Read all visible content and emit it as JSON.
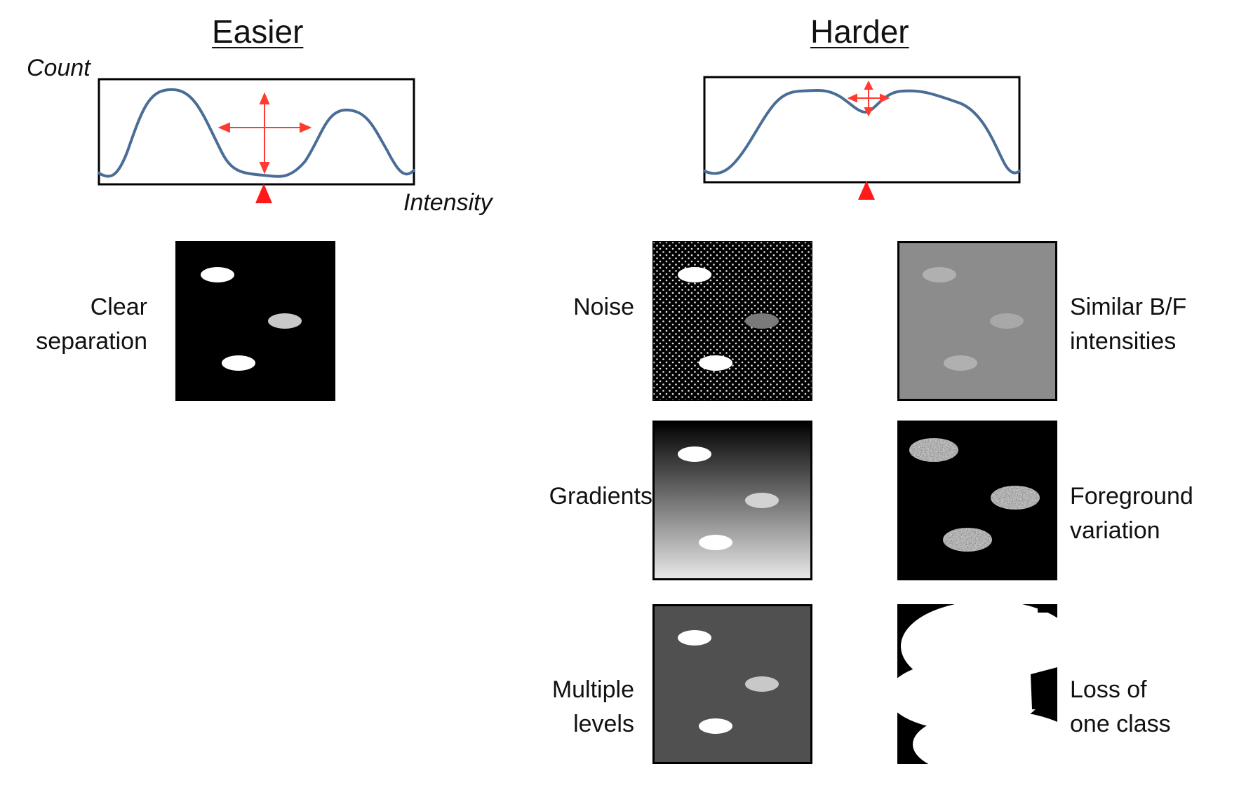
{
  "headings": {
    "easier": "Easier",
    "harder": "Harder"
  },
  "axes": {
    "y": "Count",
    "x": "Intensity"
  },
  "easier_panel": {
    "label": [
      "Clear",
      "separation"
    ]
  },
  "harder_panels": [
    {
      "id": "noise",
      "label": [
        "Noise"
      ]
    },
    {
      "id": "similar",
      "label": [
        "Similar B/F",
        "intensities"
      ]
    },
    {
      "id": "gradients",
      "label": [
        "Gradients"
      ]
    },
    {
      "id": "foreground",
      "label": [
        "Foreground",
        "variation"
      ]
    },
    {
      "id": "multiple",
      "label": [
        "Multiple",
        "levels"
      ]
    },
    {
      "id": "loss",
      "label": [
        "Loss of",
        "one class"
      ]
    }
  ],
  "colors": {
    "histogram_curve": "#4a6d96",
    "threshold_marker": "#ff1a1a",
    "arrows": "#ff3b30",
    "tile_black": "#000000",
    "tile_gray_similar": "#8c8c8c",
    "tile_gray_multiple": "#505050"
  },
  "icons": {
    "threshold_marker": "red-triangle-marker",
    "arrows": "red-double-arrow-cross"
  }
}
